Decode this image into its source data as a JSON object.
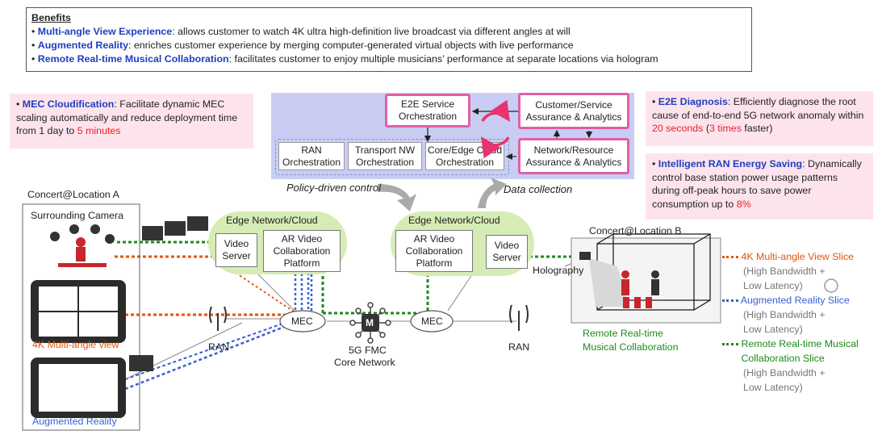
{
  "benefits": {
    "title": "Benefits",
    "items": [
      {
        "name": "Multi-angle View Experience",
        "desc": ": allows customer to watch 4K ultra high-definition live broadcast via different angles at will"
      },
      {
        "name": "Augmented Reality",
        "desc": ": enriches customer experience by merging computer-generated virtual objects with live performance"
      },
      {
        "name": "Remote Real-time Musical Collaboration",
        "desc": ": facilitates customer to enjoy multiple musicians’ performance at separate locations via hologram"
      }
    ]
  },
  "callouts": {
    "mec": {
      "title": "MEC Cloudification",
      "text": ": Facilitate dynamic MEC scaling automatically and reduce deployment time from 1 day to ",
      "highlight": "5 minutes"
    },
    "diag": {
      "title": "E2E Diagnosis",
      "text1": ": Efficiently diagnose the root cause of end-to-end 5G network anomaly within ",
      "hl1": "20 seconds",
      "text2": " (",
      "hl2": "3 times",
      "text3": " faster)"
    },
    "energy": {
      "title": "Intelligent RAN Energy Saving",
      "text": ": Dynamically control base station power usage patterns during off-peak hours to save power consumption up to ",
      "highlight": "8%"
    }
  },
  "orchestration": {
    "e2e_service": "E2E Service Orchestration",
    "customer_service": "Customer/Service Assurance & Analytics",
    "ran": "RAN Orchestration",
    "transport": "Transport NW Orchestration",
    "core_edge": "Core/Edge Cloud Orchestration",
    "network_resource": "Network/Resource Assurance & Analytics",
    "policy": "Policy-driven control",
    "data": "Data collection"
  },
  "network": {
    "location_a": "Concert@Location A",
    "surrounding_camera": "Surrounding Camera",
    "edge_left": "Edge Network/Cloud",
    "edge_right": "Edge Network/Cloud",
    "video_server": "Video Server",
    "ar_platform": "AR Video Collaboration Platform",
    "mec": "MEC",
    "ran": "RAN",
    "core_title": "5G FMC",
    "core_sub": "Core Network",
    "m_label": "M",
    "holography": "Holography",
    "location_b": "Concert@Location B",
    "remote": "Remote Real-time Musical Collaboration",
    "multi_angle": "4K Multi-angle view",
    "augmented": "Augmented Reality"
  },
  "legend": [
    {
      "title": "4K Multi-angle View Slice",
      "sub1": "(High Bandwidth +",
      "sub2": "Low Latency)",
      "color": "#e0560e"
    },
    {
      "title": "Augmented Reality Slice",
      "sub1": "(High Bandwidth +",
      "sub2": "Low Latency)",
      "color": "#3a5fd0"
    },
    {
      "title": "Remote Real-time Musical Collaboration Slice",
      "sub1": "(High Bandwidth +",
      "sub2": "Low Latency)",
      "color": "#1d8a1d"
    }
  ]
}
